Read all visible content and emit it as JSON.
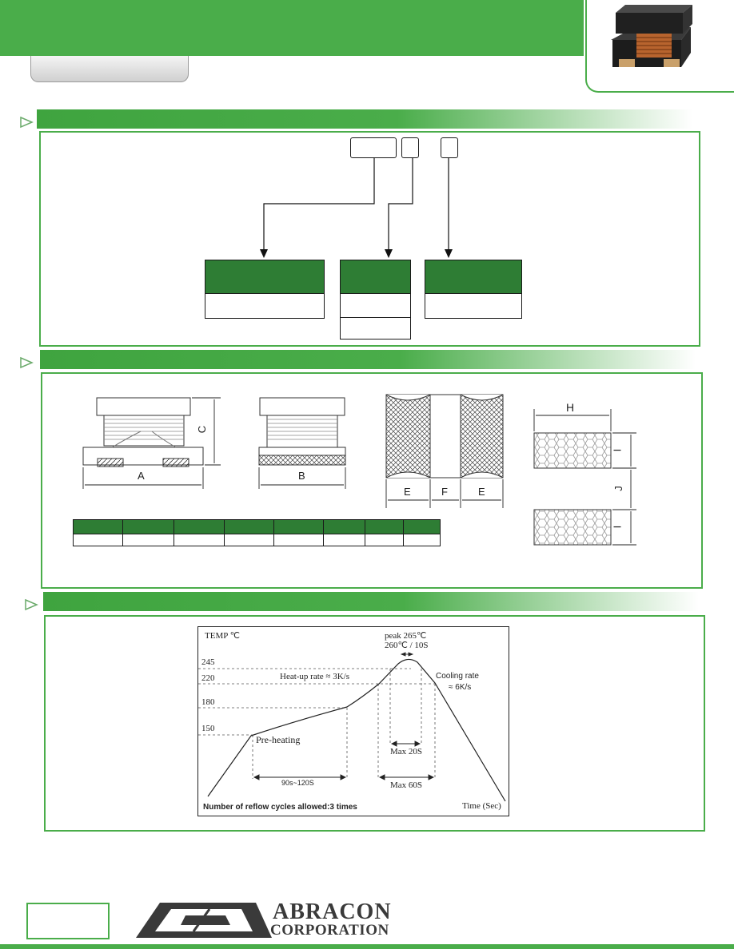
{
  "brand": {
    "name_line1": "ABRACON",
    "name_line2": "CORPORATION",
    "accent_color": "#4aad4a",
    "header_cell_color": "#2e7d34"
  },
  "icons": [
    "section-arrow-icon",
    "abracon-logo-icon",
    "inductor-product-photo"
  ],
  "dimension_labels": {
    "a": "A",
    "b": "B",
    "c": "C",
    "e1": "E",
    "f": "F",
    "e2": "E",
    "h": "H",
    "i1": "I",
    "j": "J",
    "i2": "I"
  },
  "reflow": {
    "temp_label": "TEMP ℃",
    "t245": "245",
    "t220": "220",
    "t180": "180",
    "t150": "150",
    "peak_line1": "peak 265℃",
    "peak_line2": "260℃ / 10S",
    "heatup": "Heat-up rate ≈ 3K/s",
    "cooling_line1": "Cooling rate",
    "cooling_line2": "≈ 6K/s",
    "preheating": "Pre-heating",
    "preheat_time": "90s~120S",
    "max20": "Max 20S",
    "max60": "Max 60S",
    "cycles_note": "Number of reflow cycles allowed:3 times",
    "time_label": "Time (Sec)"
  }
}
